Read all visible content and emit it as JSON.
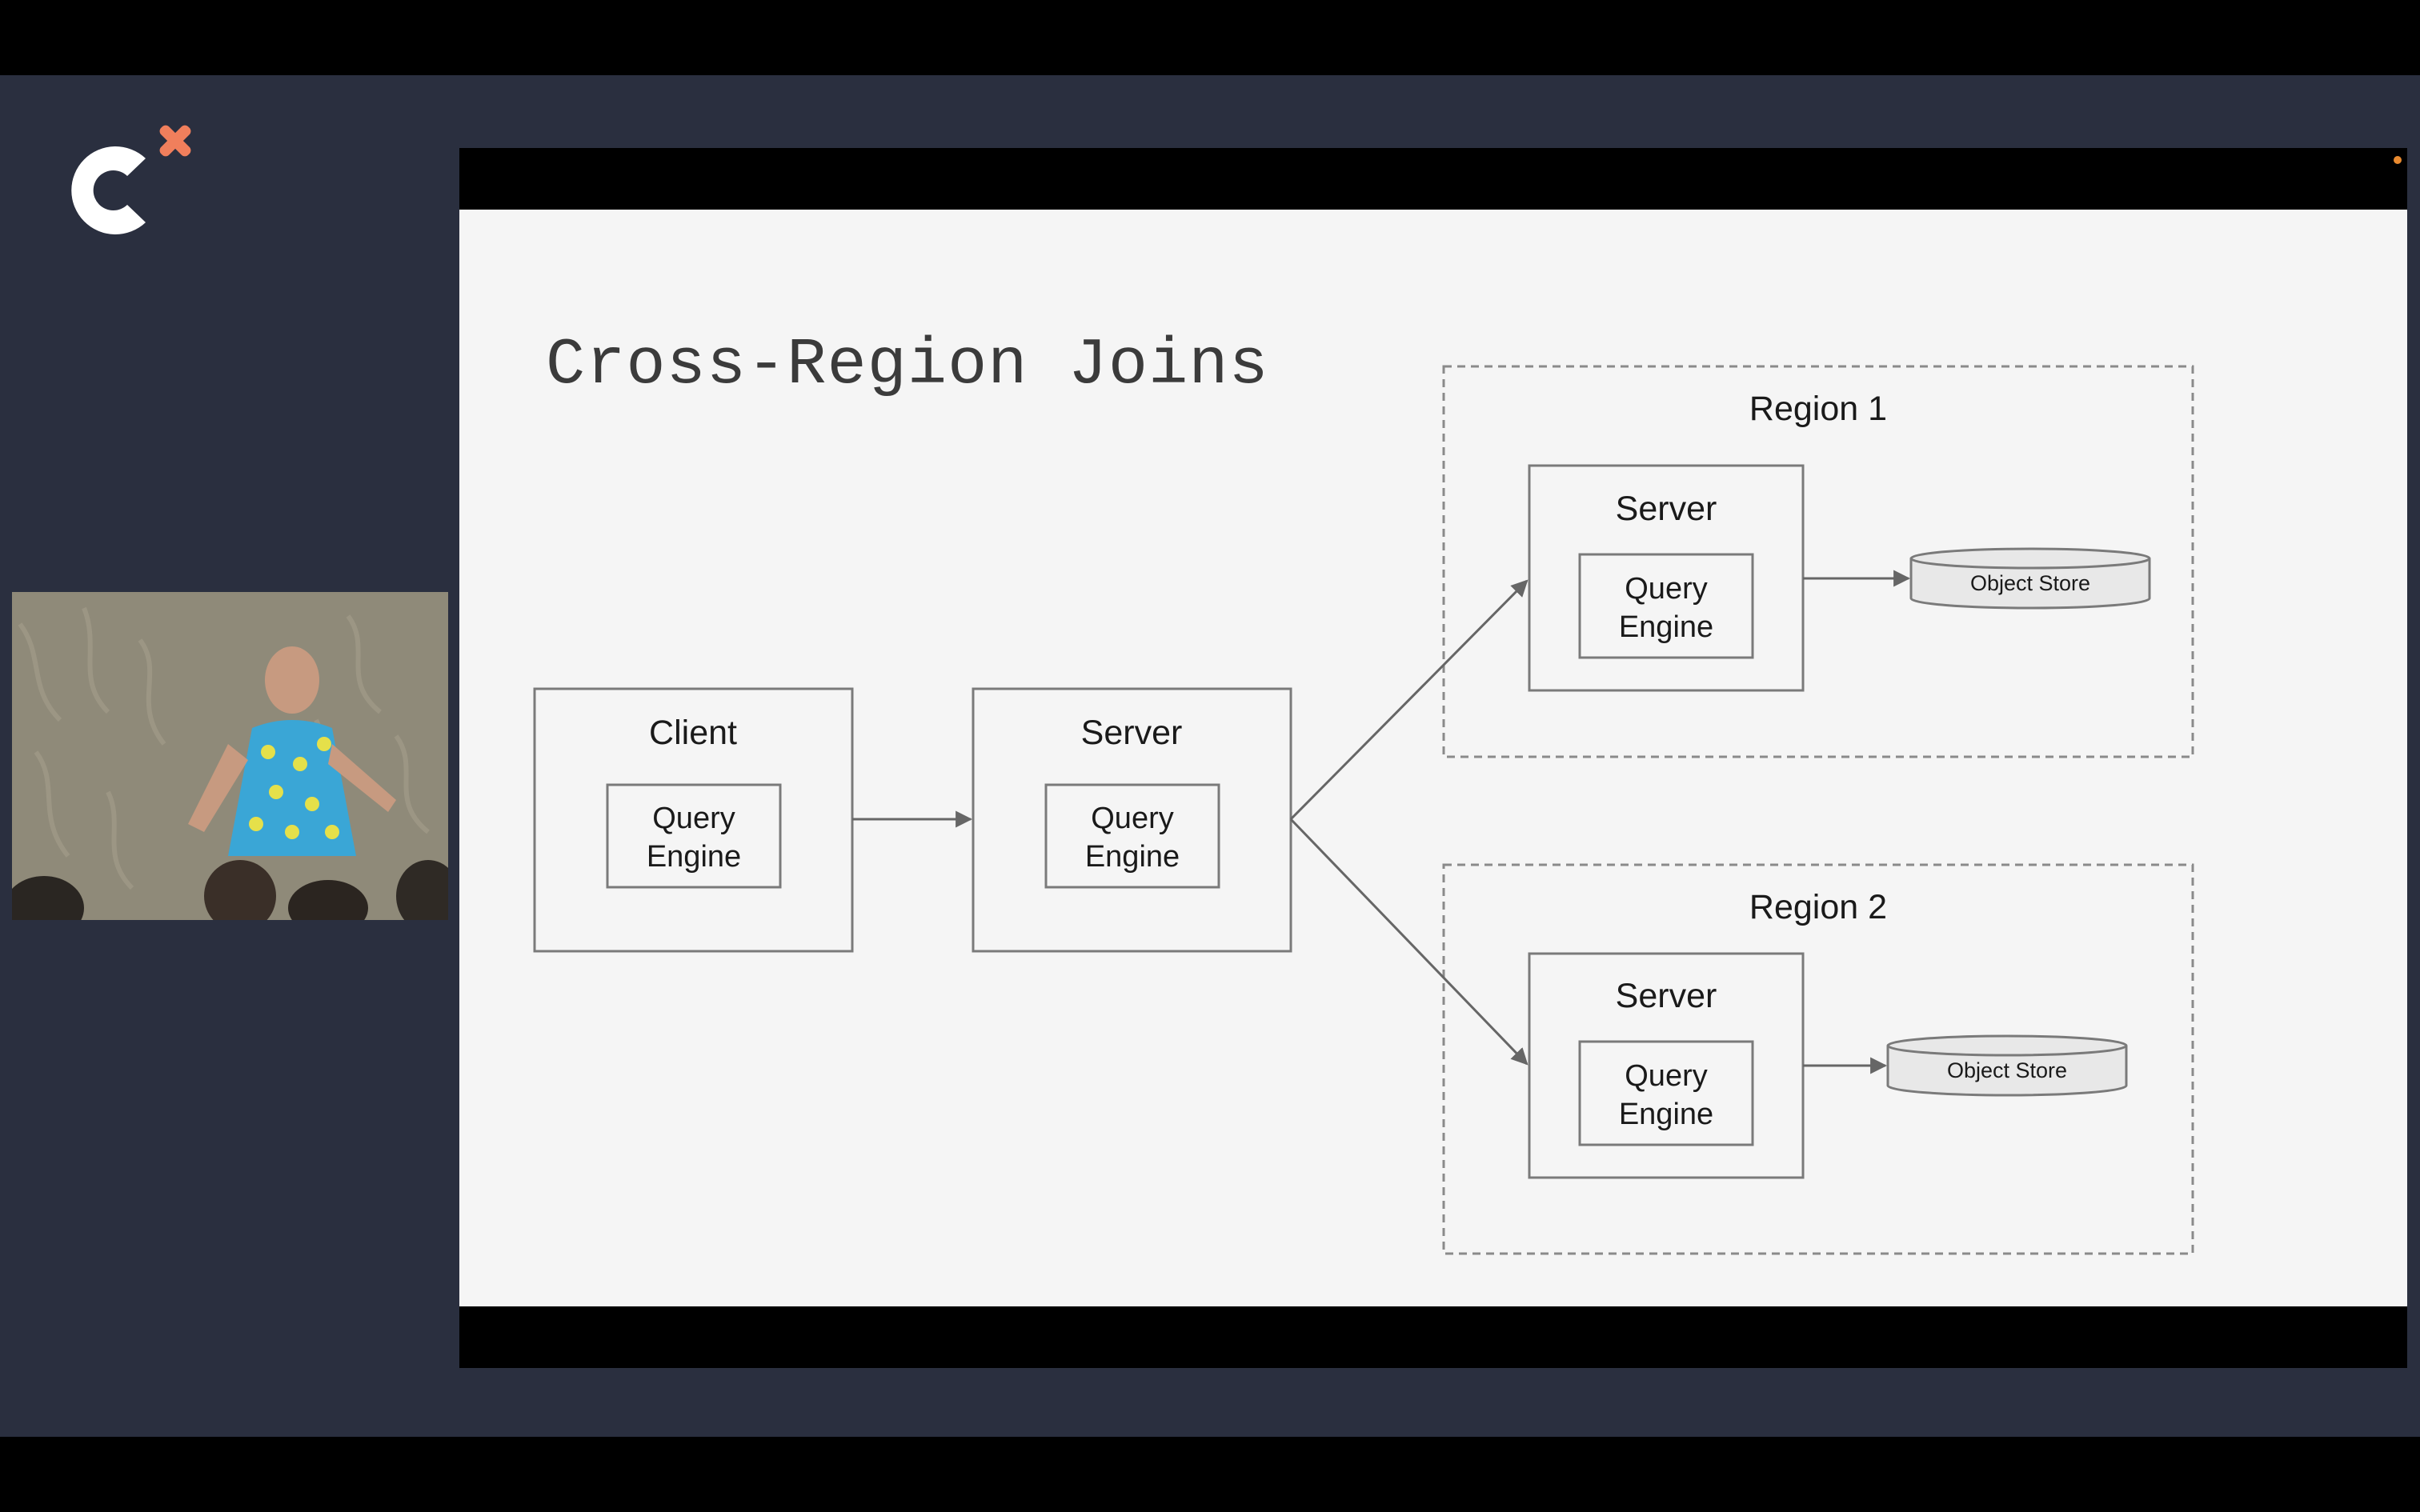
{
  "slide": {
    "title": "Cross-Region Joins"
  },
  "diagram": {
    "client": {
      "label": "Client",
      "engine_line1": "Query",
      "engine_line2": "Engine"
    },
    "server": {
      "label": "Server",
      "engine_line1": "Query",
      "engine_line2": "Engine"
    },
    "region1": {
      "label": "Region 1",
      "server_label": "Server",
      "engine_line1": "Query",
      "engine_line2": "Engine",
      "store_label": "Object Store"
    },
    "region2": {
      "label": "Region 2",
      "server_label": "Server",
      "engine_line1": "Query",
      "engine_line2": "Engine",
      "store_label": "Object Store"
    }
  },
  "colors": {
    "frame_bg": "#2a2f3f",
    "slide_bg": "#f5f5f5",
    "logo_accent": "#f07f5c",
    "box_stroke": "#7a7a7a"
  },
  "icons": {
    "logo": "conference-logo-icon",
    "indicator": "recording-dot-icon"
  }
}
